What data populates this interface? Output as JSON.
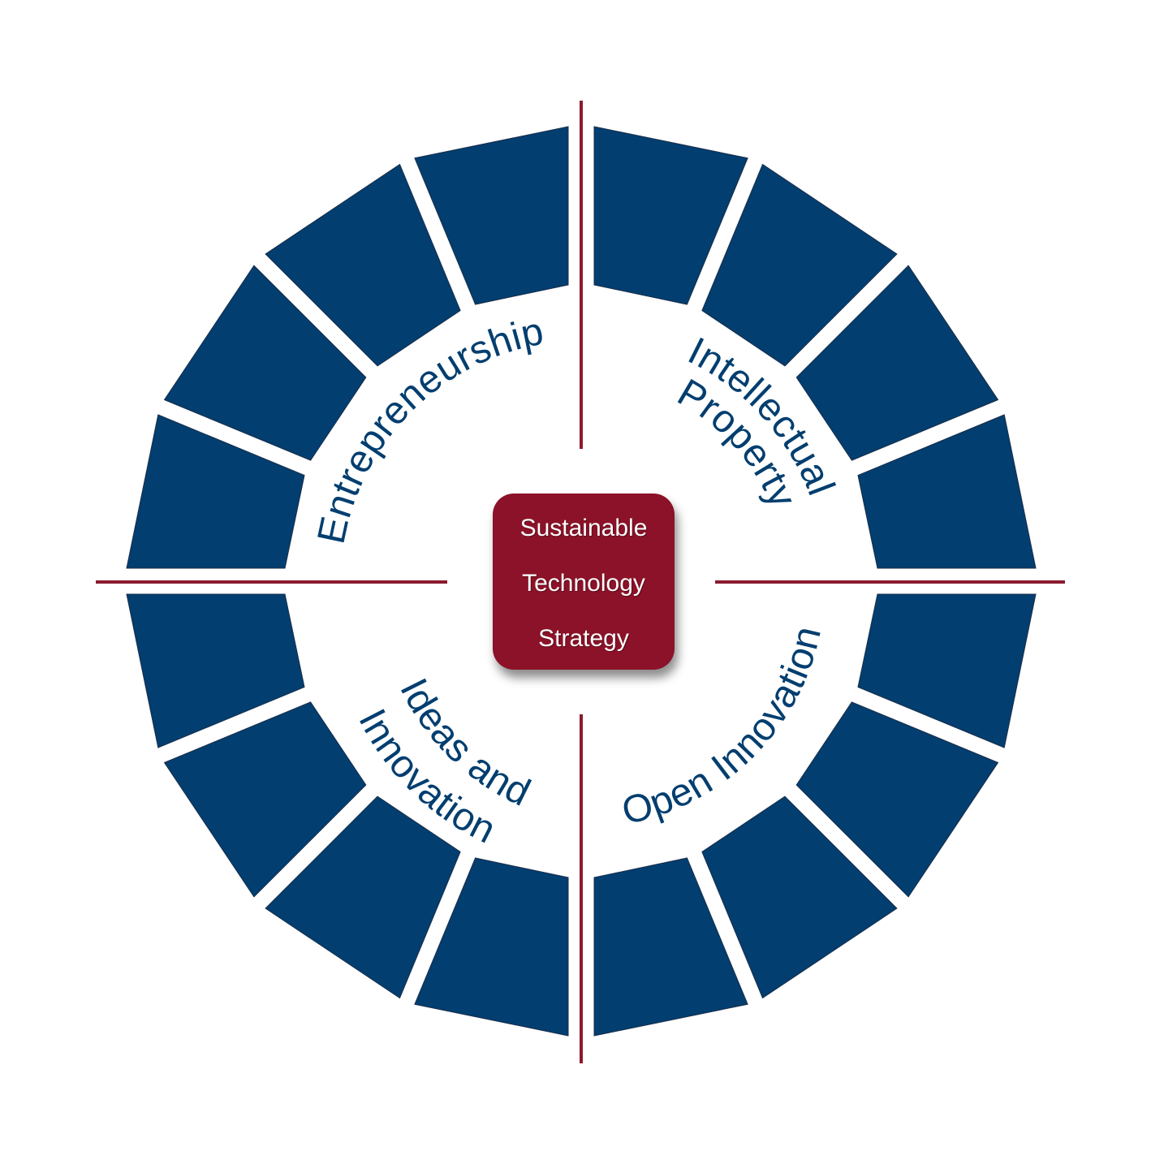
{
  "colors": {
    "segment": "#023e6f",
    "divider": "#8b1a2f",
    "center_fill": "#8b1228",
    "label_text": "#023e6f",
    "center_text": "#ffffff"
  },
  "diagram": {
    "segment_count": 16,
    "quadrants": [
      {
        "id": "entrepreneurship",
        "label": "Entrepreneurship"
      },
      {
        "id": "intellectual-property",
        "lines": [
          "Intellectual",
          "Property"
        ]
      },
      {
        "id": "open-innovation",
        "label": "Open Innovation"
      },
      {
        "id": "ideas-and-innovation",
        "lines": [
          "Ideas and",
          "Innovation"
        ]
      }
    ],
    "center": {
      "lines": [
        "Sustainable",
        "Technology",
        "Strategy"
      ]
    }
  }
}
